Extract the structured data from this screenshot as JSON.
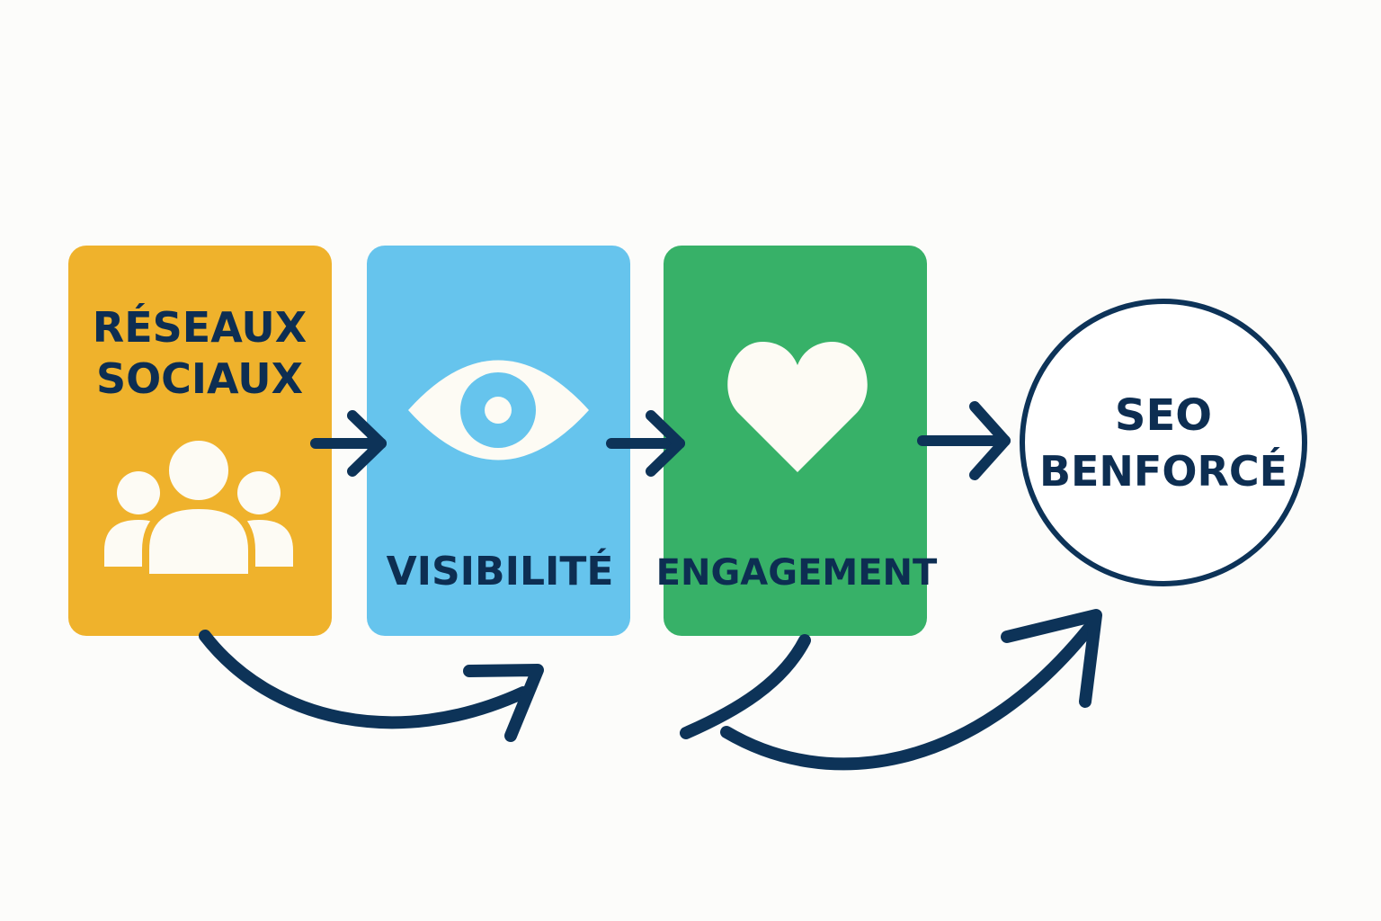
{
  "steps": [
    {
      "id": "reseaux",
      "label_line1": "RÉSEAUX",
      "label_line2": "SOCIAUX",
      "color": "#efb22c",
      "icon": "people-icon"
    },
    {
      "id": "visibilite",
      "label": "VISIBILITÉ",
      "color": "#66c4ed",
      "icon": "eye-icon"
    },
    {
      "id": "engagement",
      "label": "ENGAGEMENT",
      "color": "#37b168",
      "icon": "heart-icon"
    }
  ],
  "result": {
    "label_line1": "SEO",
    "label_line2": "BENFORCÉ"
  },
  "colors": {
    "arrow": "#0d3358",
    "text": "#0d2e52",
    "background": "#fcfcfa",
    "icon_fill": "#fdfbf4"
  }
}
